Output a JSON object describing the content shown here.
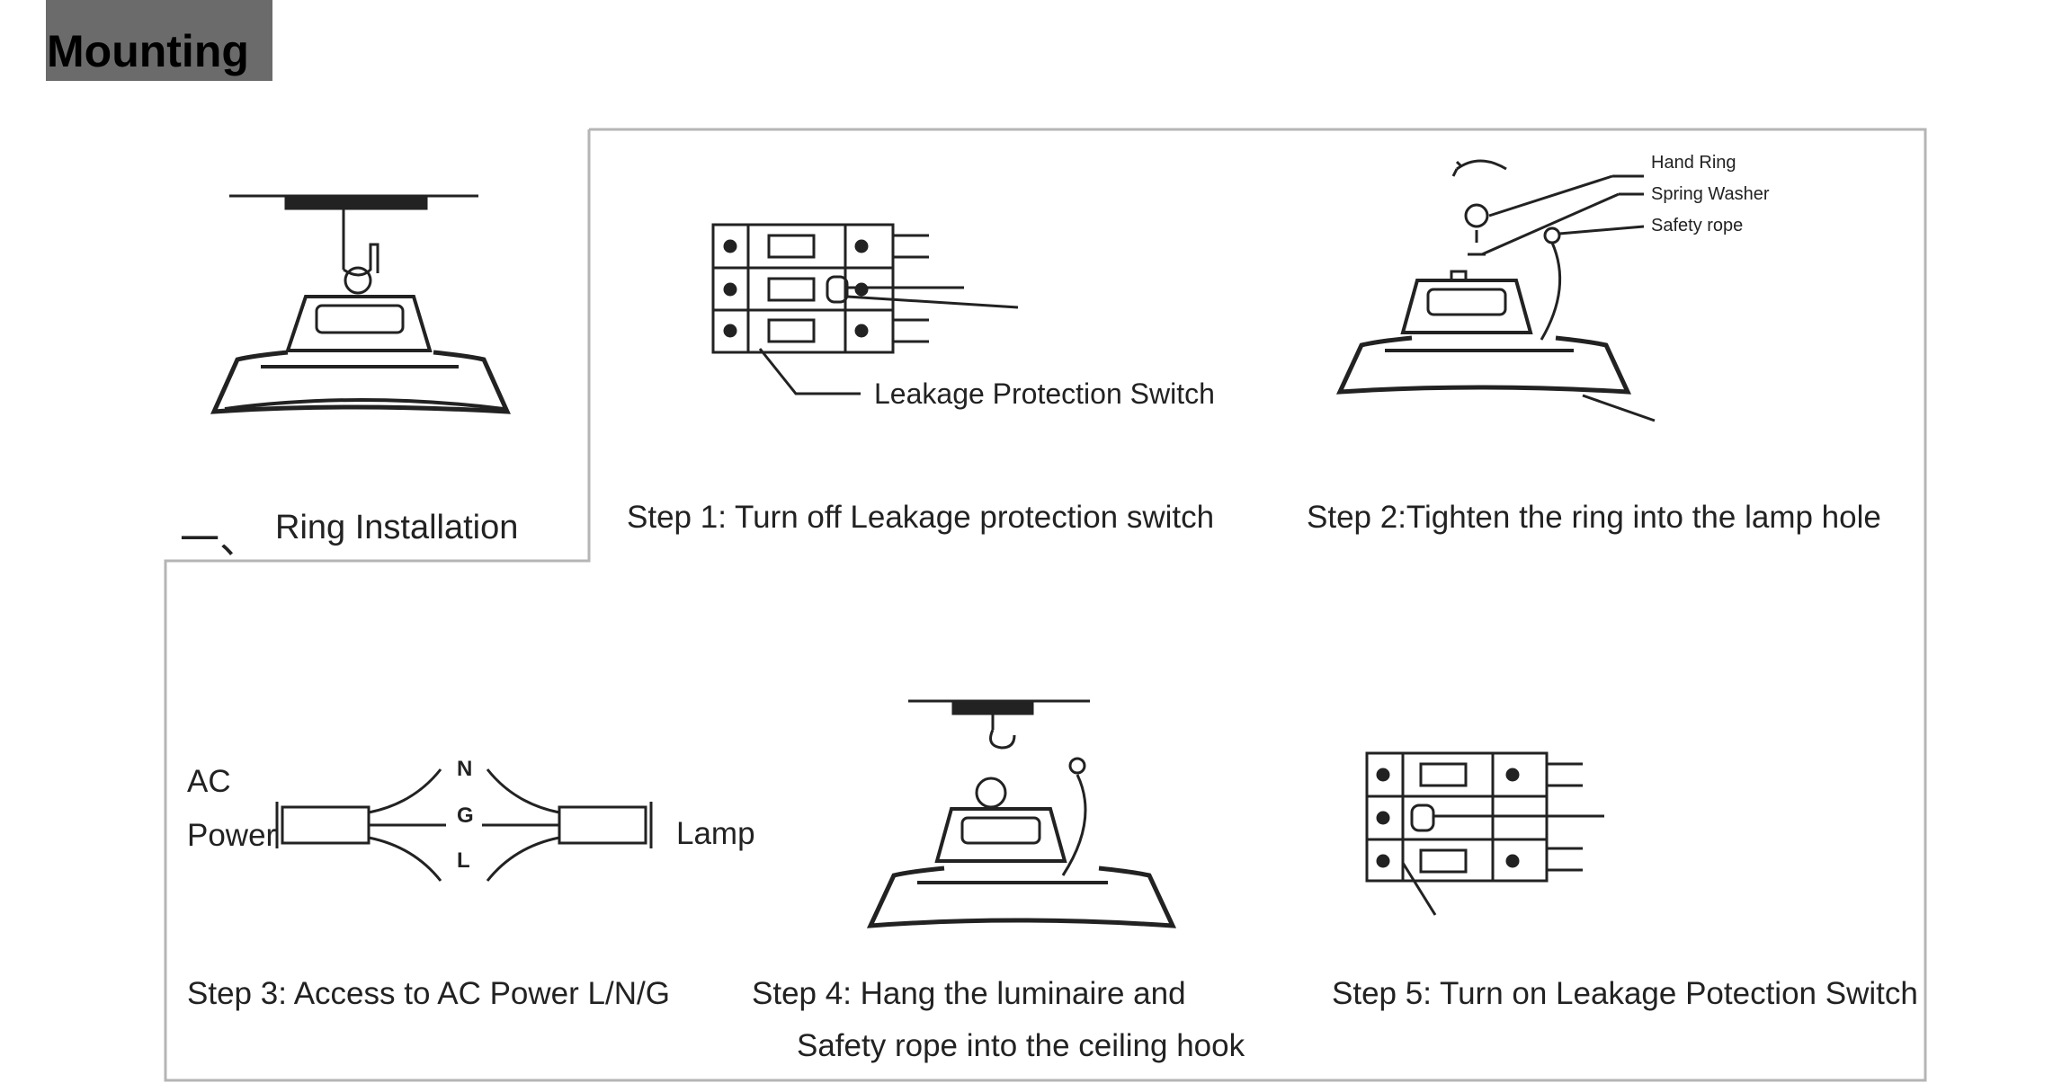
{
  "header": {
    "title": "Mounting"
  },
  "ring_installation": {
    "bullet_glyph": "一、",
    "label": "Ring Installation"
  },
  "step1": {
    "switch_label": "Leakage Protection Switch",
    "caption": "Step 1: Turn off Leakage protection switch"
  },
  "step2": {
    "callouts": [
      "Hand Ring",
      "Spring Washer",
      "Safety rope"
    ],
    "caption": "Step 2:Tighten the ring into the lamp hole"
  },
  "step3": {
    "power_label_1": "AC",
    "power_label_2": "Power",
    "lamp_label": "Lamp",
    "wire_letters": [
      "N",
      "G",
      "L"
    ],
    "caption": "Step 3: Access to AC Power  L/N/G"
  },
  "step4": {
    "caption_line1": "Step 4: Hang the luminaire and",
    "caption_line2": "Safety rope into the ceiling hook"
  },
  "step5": {
    "caption": "Step 5: Turn on Leakage Potection Switch"
  },
  "colors": {
    "header_bg": "#6b6b6b",
    "frame": "#b5b5b5",
    "ink": "#222222"
  }
}
